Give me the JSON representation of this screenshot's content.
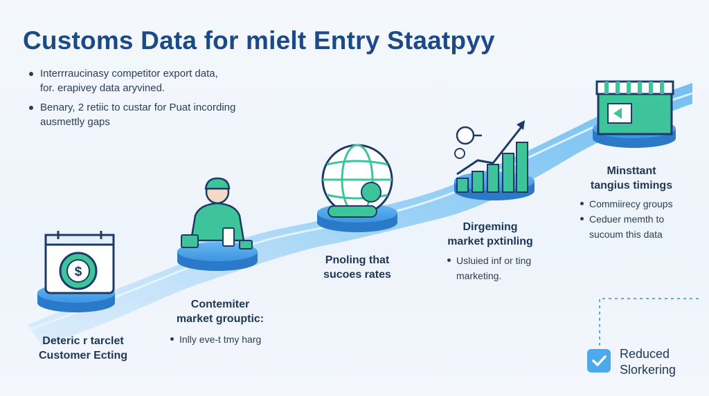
{
  "title": "Customs Data for mielt Entry Staatpyy",
  "intro_bullets": [
    {
      "line1": "Interrraucinasy competitor export data,",
      "line2": "for. erapivey data aryvined."
    },
    {
      "line1": "Benary, 2 retiic to custar for Puat incording",
      "line2": "ausmettly gaps"
    }
  ],
  "steps": [
    {
      "label_line1": "Deteric r tarclet",
      "label_line2": "Customer Ecting",
      "icon": "dollar-calendar-icon"
    },
    {
      "label_line1": "Contemiter",
      "label_line2": "market grouptic:",
      "bullet": "Inlly eve-t tmy harg",
      "icon": "analyst-person-icon"
    },
    {
      "label_line1": "Pnoling that",
      "label_line2": "sucoes rates",
      "icon": "globe-icon"
    },
    {
      "label_line1": "Dirgeming",
      "label_line2": "market pxtinling",
      "bullets": [
        "Usluied inf or ting",
        "marketing."
      ],
      "icon": "growth-chart-icon"
    },
    {
      "label_line1": "Minsttant",
      "label_line2": "tangius timings",
      "bullets": [
        "Commiirecy groups",
        "Ceduer memth to",
        "sucoum this data"
      ],
      "icon": "storefront-icon"
    }
  ],
  "footer_badge": {
    "line1": "Reduced",
    "line2": "Slorkering",
    "icon": "checkbox-icon"
  },
  "colors": {
    "title": "#1b4a86",
    "path_light": "#cfe7fb",
    "path_mid": "#7cc4f4",
    "platform_top": "#4aa3ea",
    "platform_side": "#2b79c9",
    "icon_green": "#3ec49b",
    "icon_navy": "#1d3a66"
  }
}
